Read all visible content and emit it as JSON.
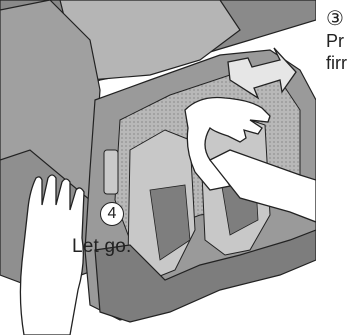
{
  "step3": {
    "number": "③",
    "lines": [
      "Pr",
      "firr"
    ]
  },
  "step4": {
    "number": "4",
    "label": "Let go."
  },
  "colors": {
    "chair_dark": "#7a7a7a",
    "chair_mid": "#a9a9a9",
    "chair_light": "#d6d6d6",
    "arrow_fill": "#e6e6e6",
    "line": "#222222"
  },
  "icons": {
    "push_arrow": "double-arrow-icon"
  }
}
